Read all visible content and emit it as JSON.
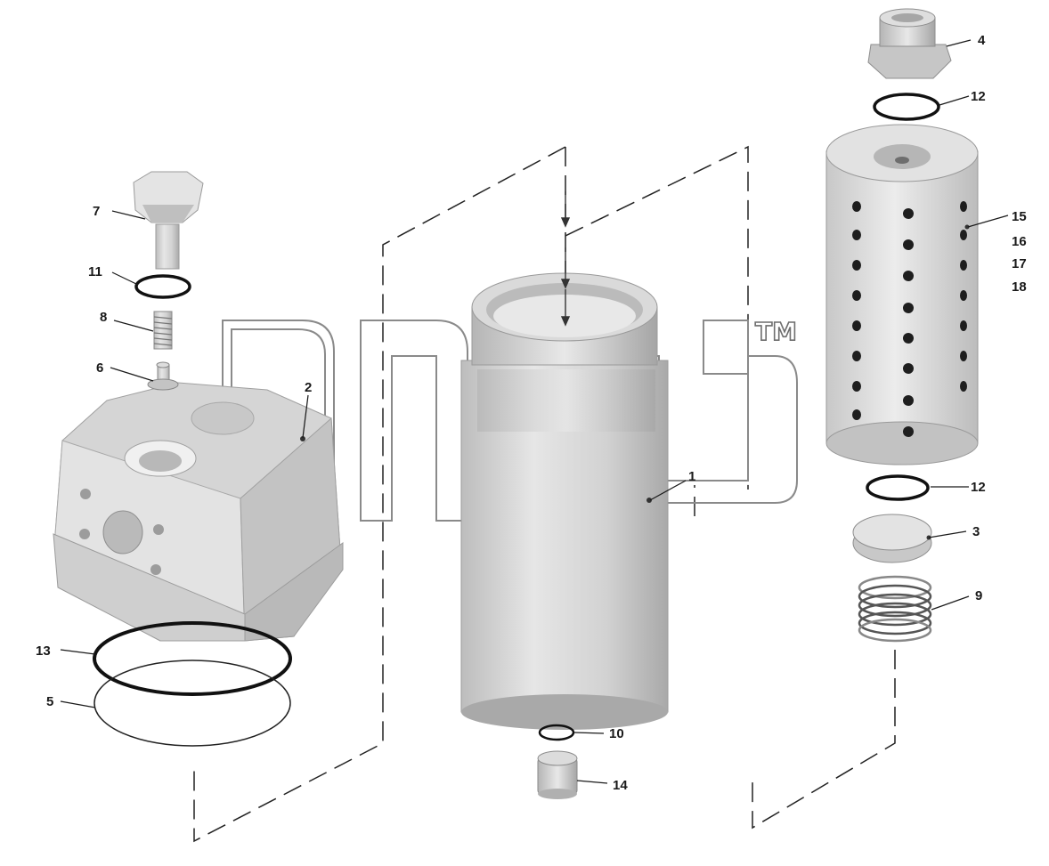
{
  "callouts": {
    "c1": "1",
    "c2": "2",
    "c3": "3",
    "c4": "4",
    "c5": "5",
    "c6": "6",
    "c7": "7",
    "c8": "8",
    "c9": "9",
    "c10": "10",
    "c11": "11",
    "c12a": "12",
    "c12b": "12",
    "c13": "13",
    "c14": "14",
    "c15": "15",
    "c16": "16",
    "c17": "17",
    "c18": "18"
  },
  "watermark": {
    "trademark": "TM"
  },
  "colors": {
    "part_fill": "#d9d9d9",
    "part_shade": "#a8a8a8",
    "ring": "#111111"
  }
}
